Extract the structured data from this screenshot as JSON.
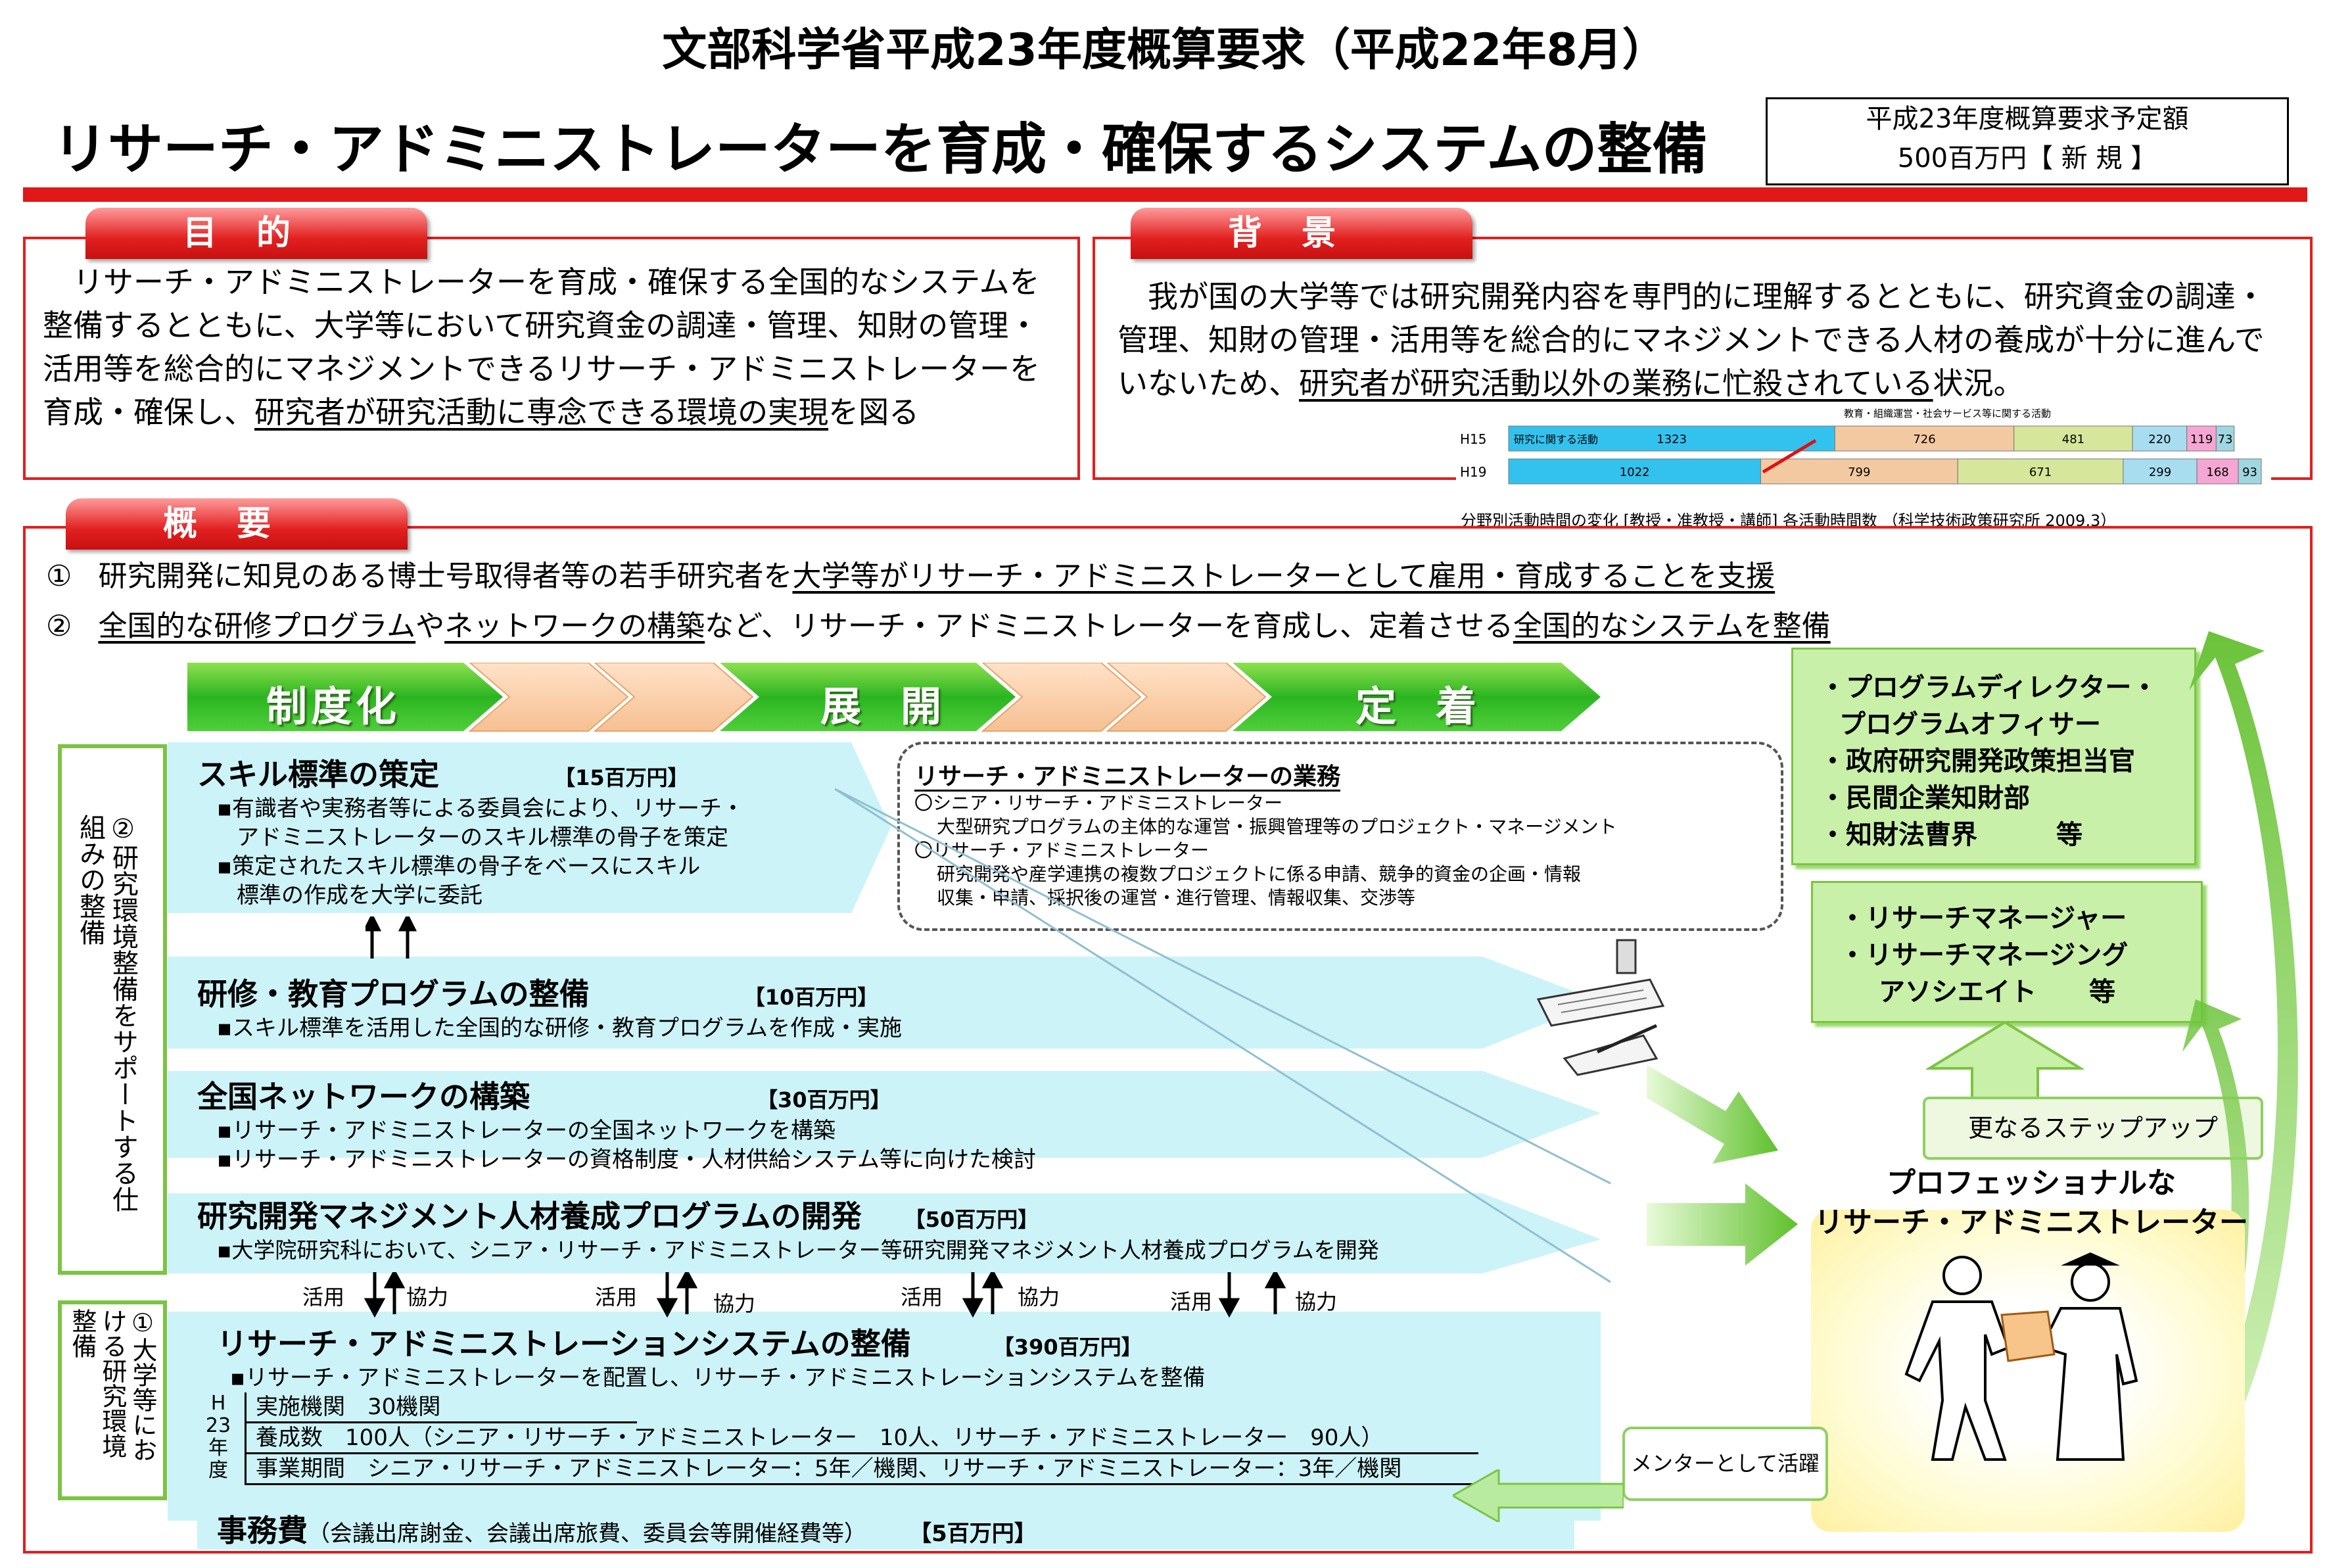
{
  "header": {
    "top_title": "文部科学省平成23年度概算要求（平成22年8月）",
    "main_title": "リサーチ・アドミニストレーターを育成・確保するシステムの整備",
    "budget_line1": "平成23年度概算要求予定額",
    "budget_line2": "500百万円【 新  規 】"
  },
  "purpose": {
    "tag": "目的",
    "text_plain": "　リサーチ・アドミニストレーターを育成・確保する全国的なシステムを整備するとともに、大学等において研究資金の調達・管理、知財の管理・活用等を総合的にマネジメントできるリサーチ・アドミニストレーターを育成・確保し、",
    "text_underlined": "研究者が研究活動に専念できる環境の実現",
    "text_end": "を図る"
  },
  "background": {
    "tag": "背景",
    "text_plain": "　我が国の大学等では研究開発内容を専門的に理解するとともに、研究資金の調達・管理、知財の管理・活用等を総合的にマネジメントできる人材の養成が十分に進んでいないため、",
    "text_underlined": "研究者が研究活動以外の業務に忙殺されている",
    "text_end": "状況。",
    "chart_header": "教育・組織運営・社会サービス等に関する活動",
    "chart_caption": "分野別活動時間の変化 [教授・准教授・講師] 各活動時間数 （科学技術政策研究所 2009,3）"
  },
  "chart_data": {
    "type": "bar",
    "categories": [
      "H15",
      "H19"
    ],
    "series": [
      {
        "name": "研究に関する活動",
        "values": [
          1323,
          1022
        ],
        "color": "#33c2ee"
      },
      {
        "name": "",
        "values": [
          726,
          799
        ],
        "color": "#f3c9a2"
      },
      {
        "name": "",
        "values": [
          481,
          671
        ],
        "color": "#d6e69a"
      },
      {
        "name": "",
        "values": [
          220,
          299
        ],
        "color": "#a8ddf0"
      },
      {
        "name": "",
        "values": [
          119,
          168
        ],
        "color": "#f6a6d2"
      },
      {
        "name": "",
        "values": [
          73,
          93
        ],
        "color": "#9fd7e0"
      }
    ],
    "labels_first_row": [
      "1323",
      "726",
      "481",
      "220",
      "119",
      "73"
    ],
    "labels_second_row": [
      "1022",
      "799",
      "671",
      "299",
      "168",
      "93"
    ]
  },
  "overview": {
    "tag": "概要",
    "item1_num": "①",
    "item1_a": "研究開発に知見のある博士号取得者等の若手研究者を",
    "item1_b": "大学等がリサーチ・アドミニストレーターとして雇用・育成することを支援",
    "item2_num": "②",
    "item2_a": "全国的な研修プログラム",
    "item2_b": "や",
    "item2_c": "ネットワークの構築",
    "item2_d": "など、リサーチ・アドミニストレーターを育成し、定着させる",
    "item2_e": "全国的なシステムを整備"
  },
  "phases": [
    "制度化",
    "展開",
    "定着"
  ],
  "side_labels": {
    "label2": "②研究環境整備をサポートする仕組みの整備",
    "label1": "①大学等における研究環境整備"
  },
  "programs": {
    "skill": {
      "title": "スキル標準の策定",
      "budget": "【15百万円】",
      "l1": "▪有識者や実務者等による委員会により、リサーチ・",
      "l2": "アドミニストレーターのスキル標準の骨子を策定",
      "l3": "▪策定されたスキル標準の骨子をベースにスキル",
      "l4": "標準の作成を大学に委託"
    },
    "training": {
      "title": "研修・教育プログラムの整備",
      "budget": "【10百万円】",
      "l1": "▪スキル標準を活用した全国的な研修・教育プログラムを作成・実施"
    },
    "network": {
      "title": "全国ネットワークの構築",
      "budget": "【30百万円】",
      "l1": "▪リサーチ・アドミニストレーターの全国ネットワークを構築",
      "l2": "▪リサーチ・アドミニストレーターの資格制度・人材供給システム等に向けた検討"
    },
    "rd": {
      "title": "研究開発マネジメント人材養成プログラムの開発",
      "budget": "【50百万円】",
      "l1": "▪大学院研究科において、シニア・リサーチ・アドミニストレーター等研究開発マネジメント人材養成プログラムを開発"
    },
    "system": {
      "title": "リサーチ・アドミニストレーションシステムの整備",
      "budget": "【390百万円】",
      "l1": "▪リサーチ・アドミニストレーターを配置し、リサーチ・アドミニストレーションシステムを整備",
      "year_label": "H23年度",
      "r1": "実施機関　30機関",
      "r2": "養成数　100人（シニア・リサーチ・アドミニストレーター　10人、リサーチ・アドミニストレーター　90人）",
      "r3": "事業期間　シニア・リサーチ・アドミニストレーター：5年／機関、リサーチ・アドミニストレーター：3年／機関"
    },
    "admin": {
      "title": "事務費",
      "detail": "（会議出席謝金、会議出席旅費、委員会等開催経費等）",
      "budget": "【5百万円】"
    }
  },
  "flow_labels": {
    "use": "活用",
    "coop": "協力"
  },
  "duties": {
    "title": "リサーチ・アドミニストレーターの業務",
    "s1": "〇シニア・リサーチ・アドミニストレーター",
    "s1d": "大型研究プログラムの主体的な運営・振興管理等のプロジェクト・マネージメント",
    "s2": "〇リサーチ・アドミニストレーター",
    "s2d1": "研究開発や産学連携の複数プロジェクトに係る申請、競争的資金の企画・情報",
    "s2d2": "収集・申請、採択後の運営・進行管理、情報収集、交渉等"
  },
  "career": {
    "top1": "・プログラムディレクター・",
    "top2": "プログラムオフィサー",
    "top3": "・政府研究開発政策担当官",
    "top4": "・民間企業知財部",
    "top5": "・知財法曹界　　　等",
    "mid1": "・リサーチマネージャー",
    "mid2": "・リサーチマネージング",
    "mid3": "アソシエイト　　等",
    "stepup": "更なるステップアップ",
    "pro1": "プロフェッショナルな",
    "pro2": "リサーチ・アドミニストレーター",
    "mentor": "メンターとして活躍"
  }
}
